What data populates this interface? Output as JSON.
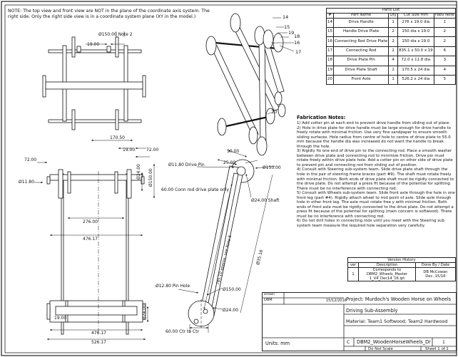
{
  "note_top": "NOTE: The top view and front view are NOT in the plane of the coordinate axis system. The right side. Only the right side view is in a coordinate system plane (XY in the model.)",
  "top_view": {
    "d150": "Ø150.00 Note 2",
    "d19": "19.00"
  },
  "front_view": {
    "d170": "170.50",
    "d19": "19.00",
    "d72l": "72.00",
    "d72r": "72.00",
    "d_left": "Ø11.80",
    "d24": "Ø24.00",
    "d150v": "Ø150.00",
    "d276": "276.00",
    "d476": "476.17",
    "d_bot": "Ø24.00",
    "d19b": "19.00",
    "d476b": "476.17",
    "d526": "526.17"
  },
  "side_view": {
    "d50": "50.00",
    "d25": "25.00",
    "drive_pin": "Ø11.80 Drive Pin",
    "conn_plate": "60.00 Conn rod drive plate only",
    "d150a": "Ø150.00",
    "shaft": "Ø24.00 Shaft",
    "rod_len": "785.10 approx. see Note 6",
    "d835": "Ø35.16",
    "pin_hole": "Ø12.80 Pin Hole",
    "d150b": "Ø150.00",
    "d24": "Ø24.00",
    "ctr": "60.00 Ctr to Ctr"
  },
  "iso_callouts": [
    "14",
    "15",
    "19",
    "18",
    "16",
    "17",
    "20"
  ],
  "parts_list": {
    "title": "Parts List",
    "headers": [
      "#",
      "Part Name",
      "Qty",
      "Cut Size mm",
      "Fabv Note"
    ],
    "rows": [
      [
        "14",
        "Drive Handle",
        "1",
        "276 x 19.0 dia",
        "1"
      ],
      [
        "15",
        "Handle Drive Plate",
        "2",
        "150 dia x 19.0",
        "2"
      ],
      [
        "16",
        "Connecting Rod Drive Plate",
        "2",
        "150 dia x 19.0",
        "2"
      ],
      [
        "17",
        "Connecting Rod",
        "2",
        "835.1 x 50.0 x 19",
        "6"
      ],
      [
        "18",
        "Drive Plate Pin",
        "4",
        "72.0 x 11.8 dia",
        "3"
      ],
      [
        "19",
        "Drive Plate Shaft",
        "2",
        "170.5 x 24 dia",
        "4"
      ],
      [
        "20",
        "Front Axle",
        "1",
        "526.2 x 24 dia",
        "5"
      ]
    ]
  },
  "notes": {
    "title": "Fabrication Notes:",
    "items": [
      "1) Add cotter pin at each end to prevent drive handle from sliding out of place.",
      "2) Hole in drive plate for drive handle must be large enough for drive handle to freely rotate with minimal friction. Use very fine sandpaper to ensure smooth sliding surfaces. Hole radius from centre of hole to centre of drive plate to 55.0 mm because the handle dia was increased do not want the handle to break through the hole.",
      "3) Rigidly fix one end of drive pin to the connecting rod. Place a smooth washer between drive plate and connecting rod to minimize friction. Drive pin must rotate freely within drive plate hole. Add a cotter pin on other side of drive plate to prevent pin and connecting rod from sliding out of position.",
      "4) Consult with Steering sub-system team. Slide drive plate shaft through the hole in the pair of steering frame braces (part #9). The shaft must rotate freely with minimal friction. Both ends of drive plate shaft must be rigidly connected to the drive plate. Do not attempt a press fit because of the potential for splitting. There must be no interference with connecting rod.",
      "5) Consult with Wheels sub-system team. Slide front axle through the hole in one front leg (part #4). Rigidly attach wheel to mid point of axle. Slide axle through hole in other front leg. The axle must rotate free y with minimal friction. Both ends of front axle must be rigidly connected to the drive plate. Do not attempt a press fit because of the potential for splitting (main concern is softwood). There must be no interference with connecting rod.",
      "6) Do not drill holes in connecting rods until you meet with the Steering sub system team    measure the required hole separation very carefully."
    ]
  },
  "revision": {
    "title": "Version History",
    "headers": [
      "ver",
      "Description",
      "Done By / Date"
    ],
    "row": {
      "ver": "1",
      "desc_lines": [
        "Corresponds to",
        "DBM2_Wheels_Master",
        "1_V4_Dec14_16.ipt"
      ],
      "done_lines": [
        "DB McCowan",
        "Dec. 15/16"
      ]
    }
  },
  "title_block": {
    "drawn_label": "Drawn",
    "drawn_by": "DBM",
    "date": "15/12/2016",
    "project": "Project: Murdoch's Wooden Horse on Wheels",
    "title": "Driving Sub-Assembly",
    "material": "Material: Team1 Softwood; Team2 Hardwood",
    "units": "Units: mm",
    "size": "C",
    "dwg": "DBM2_WoodenHorseWheels_Drivi",
    "rev": "1",
    "scale": "Do Not Scale",
    "sheet": "Sheet 1 of 1"
  }
}
